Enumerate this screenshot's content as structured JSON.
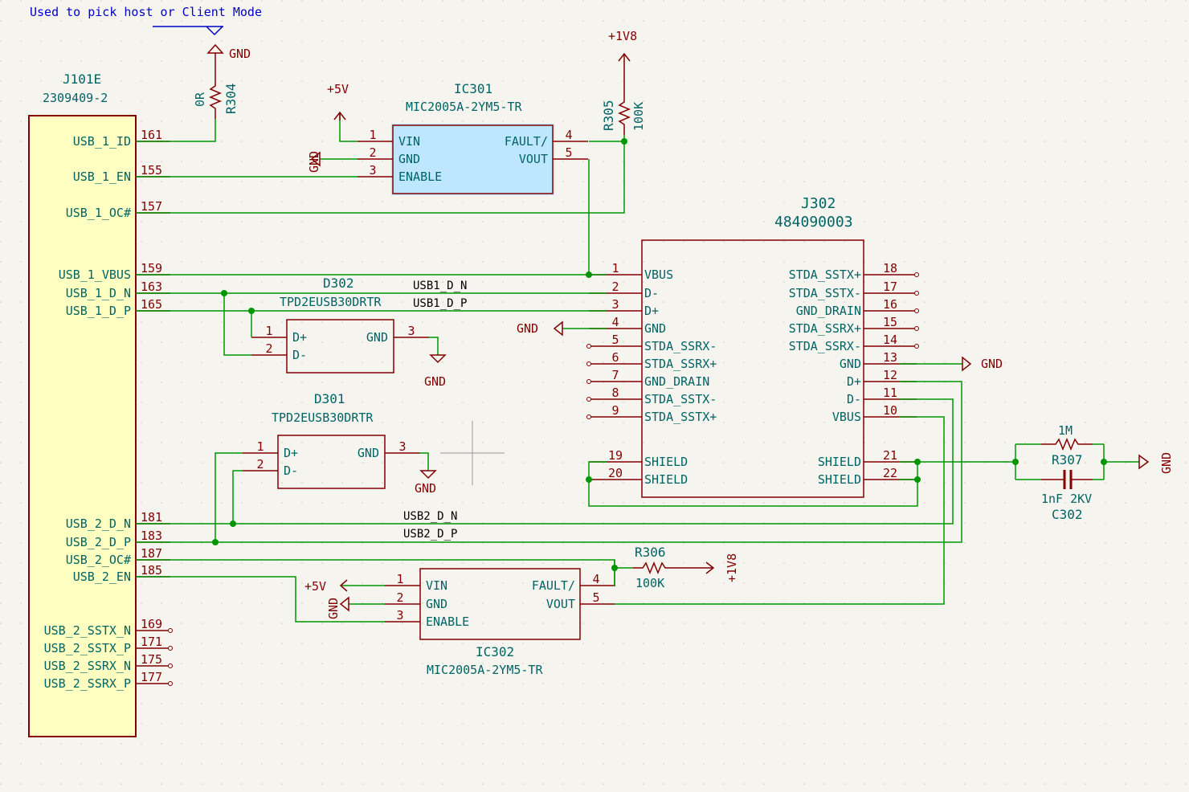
{
  "note": "Used to pick host or Client Mode",
  "power": {
    "gnd": "GND",
    "p5v": "+5V",
    "p1v8": "+1V8"
  },
  "j101e": {
    "ref": "J101E",
    "value": "2309409-2",
    "pins": [
      {
        "name": "USB_1_ID",
        "num": "161"
      },
      {
        "name": "USB_1_EN",
        "num": "155"
      },
      {
        "name": "USB_1_OC#",
        "num": "157"
      },
      {
        "name": "USB_1_VBUS",
        "num": "159"
      },
      {
        "name": "USB_1_D_N",
        "num": "163"
      },
      {
        "name": "USB_1_D_P",
        "num": "165"
      },
      {
        "name": "USB_2_D_N",
        "num": "181"
      },
      {
        "name": "USB_2_D_P",
        "num": "183"
      },
      {
        "name": "USB_2_OC#",
        "num": "187"
      },
      {
        "name": "USB_2_EN",
        "num": "185"
      },
      {
        "name": "USB_2_SSTX_N",
        "num": "169"
      },
      {
        "name": "USB_2_SSTX_P",
        "num": "171"
      },
      {
        "name": "USB_2_SSRX_N",
        "num": "175"
      },
      {
        "name": "USB_2_SSRX_P",
        "num": "177"
      }
    ]
  },
  "r304": {
    "ref": "R304",
    "value": "0R"
  },
  "r305": {
    "ref": "R305",
    "value": "100K"
  },
  "r306": {
    "ref": "R306",
    "value": "100K"
  },
  "r307": {
    "ref": "R307",
    "value": "1M"
  },
  "c302": {
    "ref": "C302",
    "value": "1nF 2KV"
  },
  "ic301": {
    "ref": "IC301",
    "value": "MIC2005A-2YM5-TR",
    "left": [
      {
        "num": "1",
        "name": "VIN"
      },
      {
        "num": "2",
        "name": "GND"
      },
      {
        "num": "3",
        "name": "ENABLE"
      }
    ],
    "right": [
      {
        "num": "4",
        "name": "FAULT/"
      },
      {
        "num": "5",
        "name": "VOUT"
      }
    ]
  },
  "ic302": {
    "ref": "IC302",
    "value": "MIC2005A-2YM5-TR",
    "left": [
      {
        "num": "1",
        "name": "VIN"
      },
      {
        "num": "2",
        "name": "GND"
      },
      {
        "num": "3",
        "name": "ENABLE"
      }
    ],
    "right": [
      {
        "num": "4",
        "name": "FAULT/"
      },
      {
        "num": "5",
        "name": "VOUT"
      }
    ]
  },
  "d302": {
    "ref": "D302",
    "value": "TPD2EUSB30DRTR",
    "pins": [
      {
        "num": "1",
        "name": "D+"
      },
      {
        "num": "2",
        "name": "D-"
      },
      {
        "num": "3",
        "name": "GND"
      }
    ]
  },
  "d301": {
    "ref": "D301",
    "value": "TPD2EUSB30DRTR",
    "pins": [
      {
        "num": "1",
        "name": "D+"
      },
      {
        "num": "2",
        "name": "D-"
      },
      {
        "num": "3",
        "name": "GND"
      }
    ]
  },
  "j302": {
    "ref": "J302",
    "value": "484090003",
    "left": [
      {
        "num": "1",
        "name": "VBUS"
      },
      {
        "num": "2",
        "name": "D-"
      },
      {
        "num": "3",
        "name": "D+"
      },
      {
        "num": "4",
        "name": "GND"
      },
      {
        "num": "5",
        "name": "STDA_SSRX-"
      },
      {
        "num": "6",
        "name": "STDA_SSRX+"
      },
      {
        "num": "7",
        "name": "GND_DRAIN"
      },
      {
        "num": "8",
        "name": "STDA_SSTX-"
      },
      {
        "num": "9",
        "name": "STDA_SSTX+"
      },
      {
        "num": "19",
        "name": "SHIELD"
      },
      {
        "num": "20",
        "name": "SHIELD"
      }
    ],
    "right": [
      {
        "num": "18",
        "name": "STDA_SSTX+"
      },
      {
        "num": "17",
        "name": "STDA_SSTX-"
      },
      {
        "num": "16",
        "name": "GND_DRAIN"
      },
      {
        "num": "15",
        "name": "STDA_SSRX+"
      },
      {
        "num": "14",
        "name": "STDA_SSRX-"
      },
      {
        "num": "13",
        "name": "GND"
      },
      {
        "num": "12",
        "name": "D+"
      },
      {
        "num": "11",
        "name": "D-"
      },
      {
        "num": "10",
        "name": "VBUS"
      },
      {
        "num": "21",
        "name": "SHIELD"
      },
      {
        "num": "22",
        "name": "SHIELD"
      }
    ]
  },
  "labels": {
    "usb1_dn": "USB1_D_N",
    "usb1_dp": "USB1_D_P",
    "usb2_dn": "USB2_D_N",
    "usb2_dp": "USB2_D_P"
  }
}
